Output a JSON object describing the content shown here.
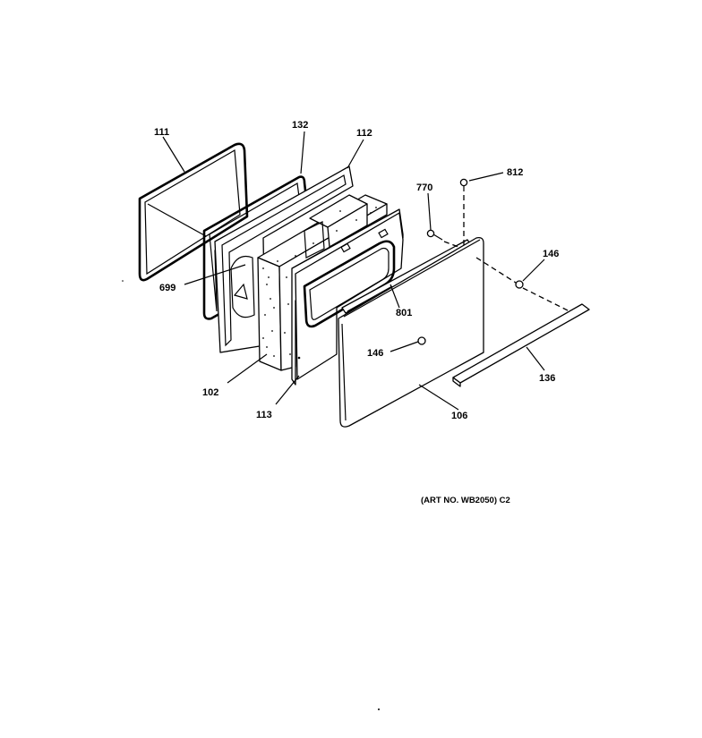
{
  "callouts": {
    "c111": "111",
    "c132": "132",
    "c112": "112",
    "c770": "770",
    "c812": "812",
    "c146a": "146",
    "c699": "699",
    "c801": "801",
    "c146b": "146",
    "c102": "102",
    "c113": "113",
    "c106": "106",
    "c136": "136"
  },
  "art_number": "(ART NO. WB2050) C2"
}
